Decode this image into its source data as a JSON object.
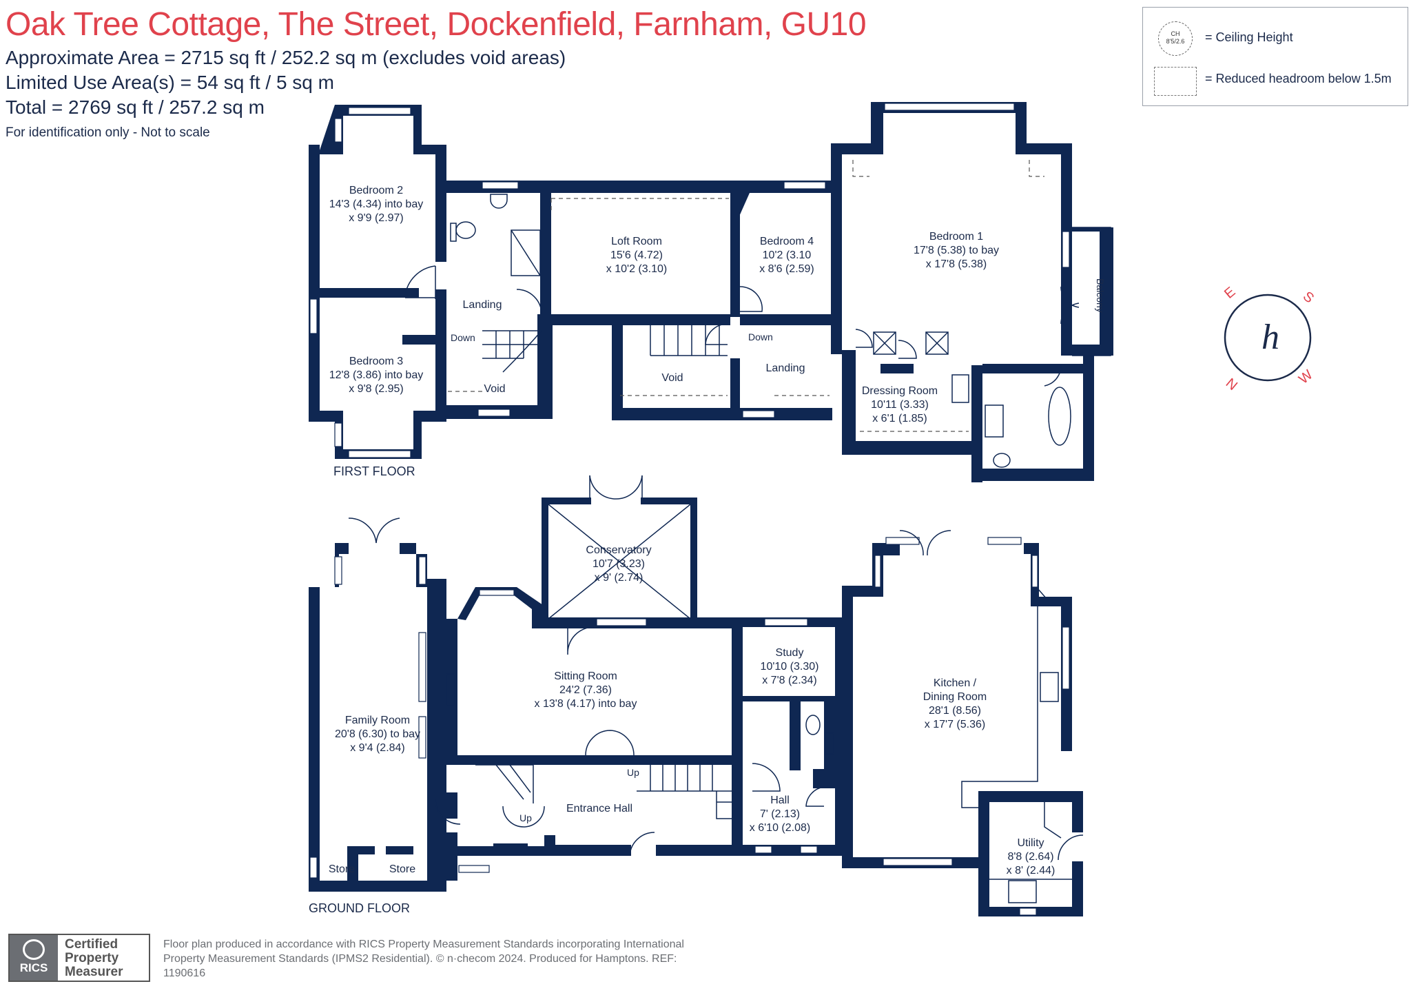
{
  "header": {
    "title": "Oak Tree Cottage, The Street, Dockenfield, Farnham, GU10",
    "approx_area": "Approximate Area = 2715  sq ft / 252.2  sq m (excludes void areas)",
    "limited_area": "Limited Use Area(s) = 54  sq ft / 5  sq m",
    "total": "Total = 2769 sq ft / 257.2 sq m",
    "note": "For identification only - Not to scale"
  },
  "legend": {
    "ch_symbol": "CH",
    "ch_value": "8'5/2.6",
    "ceiling_height": "= Ceiling Height",
    "reduced_headroom": "= Reduced headroom below 1.5m"
  },
  "floors": {
    "first": "FIRST FLOOR",
    "ground": "GROUND FLOOR"
  },
  "first_floor_rooms": {
    "bedroom2": [
      "Bedroom 2",
      "14'3 (4.34) into bay",
      "x 9'9 (2.97)"
    ],
    "bedroom3": [
      "Bedroom 3",
      "12'8 (3.86) into bay",
      "x 9'8 (2.95)"
    ],
    "loft": [
      "Loft Room",
      "15'6 (4.72)",
      "x 10'2 (3.10)"
    ],
    "bedroom4": [
      "Bedroom 4",
      "10'2 (3.10",
      "x 8'6 (2.59)"
    ],
    "bedroom1": [
      "Bedroom 1",
      "17'8 (5.38) to bay",
      "x 17'8 (5.38)"
    ],
    "dressing": [
      "Dressing Room",
      "10'11 (3.33)",
      "x 6'1 (1.85)"
    ],
    "landing_left": "Landing",
    "landing_right": "Landing",
    "void_left": "Void",
    "void_mid": "Void",
    "down_left": "Down",
    "down_right": "Down",
    "balcony": "Balcony"
  },
  "ground_floor_rooms": {
    "conservatory": [
      "Conservatory",
      "10'7 (3.23)",
      "x 9' (2.74)"
    ],
    "sitting": [
      "Sitting Room",
      "24'2 (7.36)",
      "x 13'8 (4.17) into bay"
    ],
    "family": [
      "Family Room",
      "20'8 (6.30) to bay",
      "x 9'4 (2.84)"
    ],
    "study": [
      "Study",
      "10'10 (3.30)",
      "x 7'8 (2.34)"
    ],
    "kitchen": [
      "Kitchen /",
      "Dining Room",
      "28'1 (8.56)",
      "x 17'7 (5.36)"
    ],
    "hall": [
      "Hall",
      "7' (2.13)",
      "x 6'10 (2.08)"
    ],
    "utility": [
      "Utility",
      "8'8 (2.64)",
      "x 8' (2.44)"
    ],
    "entrance": "Entrance Hall",
    "store_left": "Store",
    "store_right": "Store",
    "up_left": "Up",
    "up_right": "Up"
  },
  "compass": {
    "n": "N",
    "e": "E",
    "s": "S",
    "w": "W",
    "logo": "h"
  },
  "footer": {
    "logo_text": "RICS",
    "cert": [
      "Certified",
      "Property",
      "Measurer"
    ],
    "text": "Floor plan produced in accordance with RICS Property Measurement Standards incorporating International Property Measurement Standards (IPMS2 Residential).  © n·checom 2024.   Produced for Hamptons.   REF:  1190616"
  },
  "colors": {
    "title": "#e0424c",
    "walls": "#0f2752",
    "text": "#1b2a4a"
  }
}
